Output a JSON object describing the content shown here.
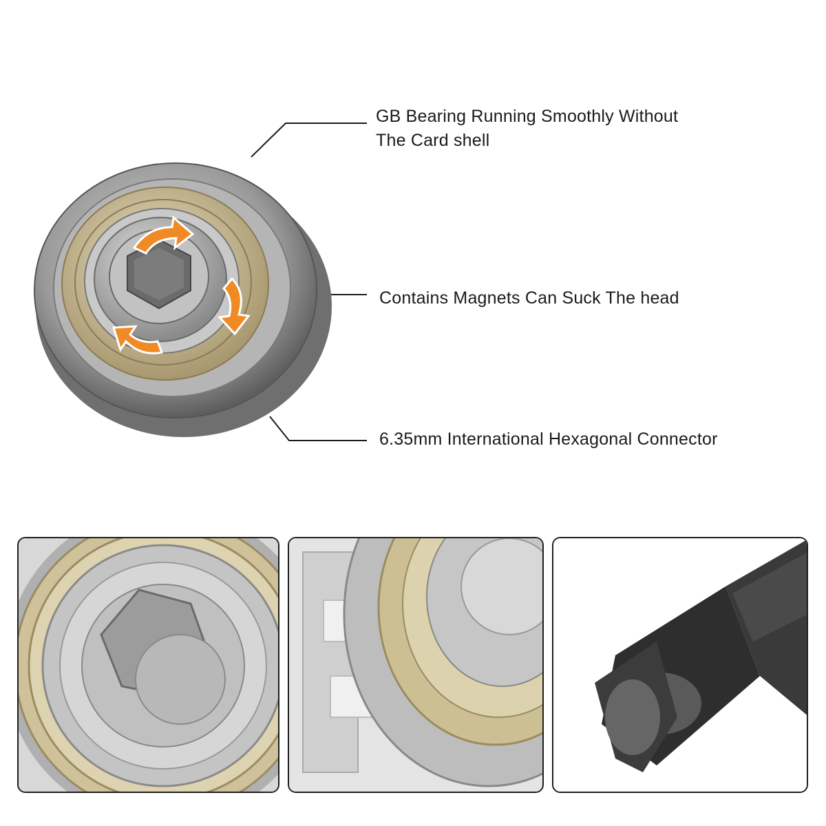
{
  "callouts": {
    "bearing": {
      "line1": "GB Bearing Running Smoothly Without",
      "line2": "The Card shell"
    },
    "magnet": "Contains Magnets Can Suck The head",
    "connector": "6.35mm International Hexagonal Connector"
  },
  "colors": {
    "steel": "#a9a9a9",
    "brass": "#c8b98a",
    "arrow": "#f08a24",
    "bit": "#3a3a3a",
    "leader": "#1a1a1a"
  },
  "icons": [
    "rotation-arrow-icon"
  ]
}
